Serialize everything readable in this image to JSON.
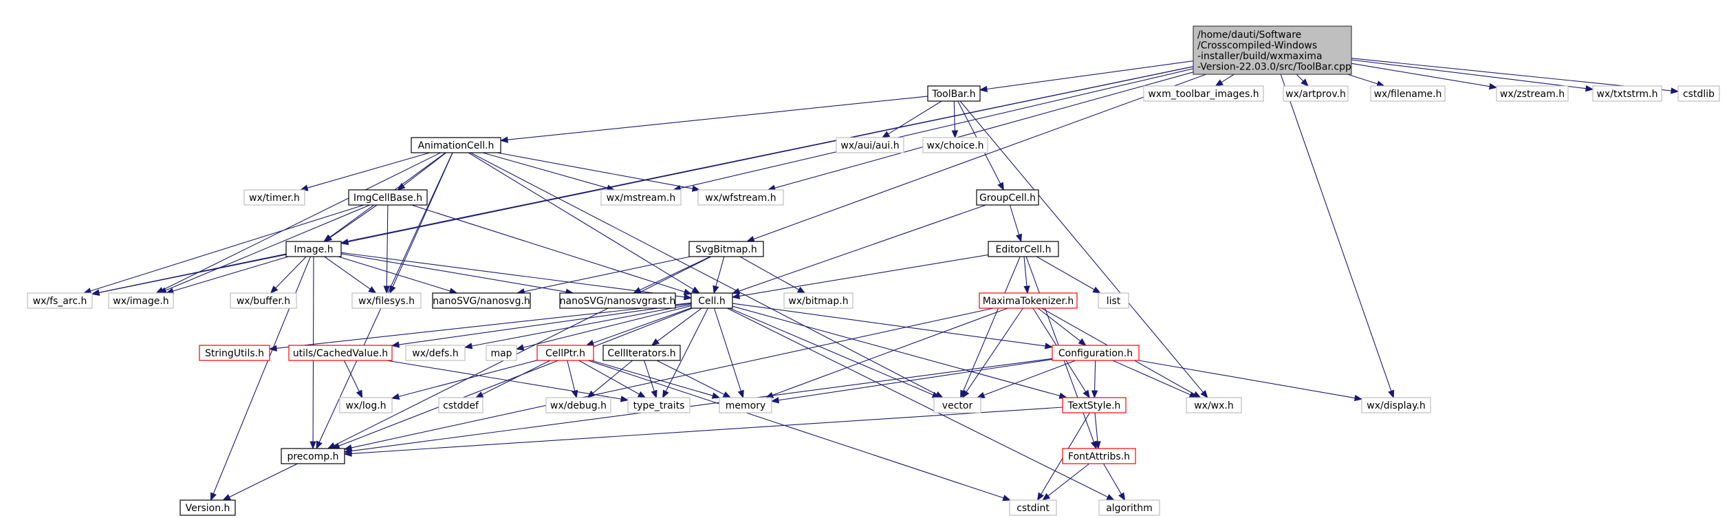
{
  "colors": {
    "edge": "#191970",
    "root_fill": "#bfbfbf",
    "root_stroke": "#404040",
    "documented_stroke": "#000000",
    "truncated_stroke": "#ff0000",
    "external_stroke": "#bfbfbf",
    "external_text": "#404040"
  },
  "nodes": [
    {
      "id": "toolbar_cpp",
      "kind": "root",
      "lines": [
        "/home/dauti/Software",
        "/Crosscompiled-Windows",
        "-installer/build/wxmaxima",
        "-Version-22.03.0/src/ToolBar.cpp"
      ]
    },
    {
      "id": "toolbar_h",
      "kind": "documented",
      "lines": [
        "ToolBar.h"
      ]
    },
    {
      "id": "wxm_toolbar_images_h",
      "kind": "external",
      "lines": [
        "wxm_toolbar_images.h"
      ]
    },
    {
      "id": "wx_artprov_h",
      "kind": "external",
      "lines": [
        "wx/artprov.h"
      ]
    },
    {
      "id": "wx_filename_h",
      "kind": "external",
      "lines": [
        "wx/filename.h"
      ]
    },
    {
      "id": "wx_zstream_h",
      "kind": "external",
      "lines": [
        "wx/zstream.h"
      ]
    },
    {
      "id": "wx_txtstrm_h",
      "kind": "external",
      "lines": [
        "wx/txtstrm.h"
      ]
    },
    {
      "id": "cstdlib",
      "kind": "external",
      "lines": [
        "cstdlib"
      ]
    },
    {
      "id": "animationcell_h",
      "kind": "documented",
      "lines": [
        "AnimationCell.h"
      ]
    },
    {
      "id": "wx_aui_aui_h",
      "kind": "external",
      "lines": [
        "wx/aui/aui.h"
      ]
    },
    {
      "id": "wx_choice_h",
      "kind": "external",
      "lines": [
        "wx/choice.h"
      ]
    },
    {
      "id": "wx_timer_h",
      "kind": "external",
      "lines": [
        "wx/timer.h"
      ]
    },
    {
      "id": "imgcellbase_h",
      "kind": "documented",
      "lines": [
        "ImgCellBase.h"
      ]
    },
    {
      "id": "wx_mstream_h",
      "kind": "external",
      "lines": [
        "wx/mstream.h"
      ]
    },
    {
      "id": "wx_wfstream_h",
      "kind": "external",
      "lines": [
        "wx/wfstream.h"
      ]
    },
    {
      "id": "groupcell_h",
      "kind": "documented",
      "lines": [
        "GroupCell.h"
      ]
    },
    {
      "id": "svgbitmap_h",
      "kind": "documented",
      "lines": [
        "SvgBitmap.h"
      ]
    },
    {
      "id": "editorcell_h",
      "kind": "documented",
      "lines": [
        "EditorCell.h"
      ]
    },
    {
      "id": "image_h",
      "kind": "documented",
      "lines": [
        "Image.h"
      ]
    },
    {
      "id": "wx_fs_arc_h",
      "kind": "external",
      "lines": [
        "wx/fs_arc.h"
      ]
    },
    {
      "id": "wx_image_h",
      "kind": "external",
      "lines": [
        "wx/image.h"
      ]
    },
    {
      "id": "wx_buffer_h",
      "kind": "external",
      "lines": [
        "wx/buffer.h"
      ]
    },
    {
      "id": "wx_filesys_h",
      "kind": "external",
      "lines": [
        "wx/filesys.h"
      ]
    },
    {
      "id": "nanosvg_h",
      "kind": "documented",
      "lines": [
        "nanoSVG/nanosvg.h"
      ]
    },
    {
      "id": "nanosvgrast_h",
      "kind": "documented",
      "lines": [
        "nanoSVG/nanosvgrast.h"
      ]
    },
    {
      "id": "cell_h",
      "kind": "documented",
      "lines": [
        "Cell.h"
      ]
    },
    {
      "id": "wx_bitmap_h",
      "kind": "external",
      "lines": [
        "wx/bitmap.h"
      ]
    },
    {
      "id": "maximatokenizer_h",
      "kind": "truncated",
      "lines": [
        "MaximaTokenizer.h"
      ]
    },
    {
      "id": "list",
      "kind": "external",
      "lines": [
        "list"
      ]
    },
    {
      "id": "stringutils_h",
      "kind": "truncated",
      "lines": [
        "StringUtils.h"
      ]
    },
    {
      "id": "cachedvalue_h",
      "kind": "truncated",
      "lines": [
        "utils/CachedValue.h"
      ]
    },
    {
      "id": "wx_defs_h",
      "kind": "external",
      "lines": [
        "wx/defs.h"
      ]
    },
    {
      "id": "map",
      "kind": "external",
      "lines": [
        "map"
      ]
    },
    {
      "id": "cellptr_h",
      "kind": "truncated",
      "lines": [
        "CellPtr.h"
      ]
    },
    {
      "id": "celliterators_h",
      "kind": "documented",
      "lines": [
        "CellIterators.h"
      ]
    },
    {
      "id": "configuration_h",
      "kind": "truncated",
      "lines": [
        "Configuration.h"
      ]
    },
    {
      "id": "wx_log_h",
      "kind": "external",
      "lines": [
        "wx/log.h"
      ]
    },
    {
      "id": "cstddef",
      "kind": "external",
      "lines": [
        "cstddef"
      ]
    },
    {
      "id": "wx_debug_h",
      "kind": "external",
      "lines": [
        "wx/debug.h"
      ]
    },
    {
      "id": "type_traits",
      "kind": "external",
      "lines": [
        "type_traits"
      ]
    },
    {
      "id": "memory",
      "kind": "external",
      "lines": [
        "memory"
      ]
    },
    {
      "id": "vector",
      "kind": "external",
      "lines": [
        "vector"
      ]
    },
    {
      "id": "wx_wx_h",
      "kind": "external",
      "lines": [
        "wx/wx.h"
      ]
    },
    {
      "id": "wx_display_h",
      "kind": "external",
      "lines": [
        "wx/display.h"
      ]
    },
    {
      "id": "textstyle_h",
      "kind": "truncated",
      "lines": [
        "TextStyle.h"
      ]
    },
    {
      "id": "precomp_h",
      "kind": "documented",
      "lines": [
        "precomp.h"
      ]
    },
    {
      "id": "fontattribs_h",
      "kind": "truncated",
      "lines": [
        "FontAttribs.h"
      ]
    },
    {
      "id": "version_h",
      "kind": "documented",
      "lines": [
        "Version.h"
      ]
    },
    {
      "id": "cstdint",
      "kind": "external",
      "lines": [
        "cstdint"
      ]
    },
    {
      "id": "algorithm",
      "kind": "external",
      "lines": [
        "algorithm"
      ]
    }
  ],
  "edges": [
    [
      "toolbar_cpp",
      "toolbar_h"
    ],
    [
      "toolbar_cpp",
      "wxm_toolbar_images_h"
    ],
    [
      "toolbar_cpp",
      "wx_artprov_h"
    ],
    [
      "toolbar_cpp",
      "wx_filename_h"
    ],
    [
      "toolbar_cpp",
      "wx_zstream_h"
    ],
    [
      "toolbar_cpp",
      "wx_txtstrm_h"
    ],
    [
      "toolbar_cpp",
      "cstdlib"
    ],
    [
      "toolbar_cpp",
      "image_h"
    ],
    [
      "toolbar_cpp",
      "svgbitmap_h"
    ],
    [
      "toolbar_cpp",
      "wx_mstream_h"
    ],
    [
      "toolbar_cpp",
      "wx_wfstream_h"
    ],
    [
      "toolbar_cpp",
      "wx_fs_arc_h"
    ],
    [
      "toolbar_cpp",
      "wx_display_h"
    ],
    [
      "toolbar_h",
      "animationcell_h"
    ],
    [
      "toolbar_h",
      "wx_aui_aui_h"
    ],
    [
      "toolbar_h",
      "wx_choice_h"
    ],
    [
      "toolbar_h",
      "groupcell_h"
    ],
    [
      "toolbar_h",
      "wx_wx_h"
    ],
    [
      "animationcell_h",
      "wx_timer_h"
    ],
    [
      "animationcell_h",
      "imgcellbase_h"
    ],
    [
      "animationcell_h",
      "wx_mstream_h"
    ],
    [
      "animationcell_h",
      "wx_wfstream_h"
    ],
    [
      "animationcell_h",
      "image_h"
    ],
    [
      "animationcell_h",
      "wx_image_h"
    ],
    [
      "animationcell_h",
      "wx_filesys_h"
    ],
    [
      "animationcell_h",
      "cell_h"
    ],
    [
      "animationcell_h",
      "vector"
    ],
    [
      "animationcell_h",
      "precomp_h"
    ],
    [
      "imgcellbase_h",
      "image_h"
    ],
    [
      "imgcellbase_h",
      "cell_h"
    ],
    [
      "imgcellbase_h",
      "wx_fs_arc_h"
    ],
    [
      "imgcellbase_h",
      "wx_image_h"
    ],
    [
      "imgcellbase_h",
      "wx_filesys_h"
    ],
    [
      "groupcell_h",
      "editorcell_h"
    ],
    [
      "groupcell_h",
      "cell_h"
    ],
    [
      "editorcell_h",
      "cell_h"
    ],
    [
      "editorcell_h",
      "maximatokenizer_h"
    ],
    [
      "editorcell_h",
      "list"
    ],
    [
      "editorcell_h",
      "vector"
    ],
    [
      "editorcell_h",
      "fontattribs_h"
    ],
    [
      "svgbitmap_h",
      "nanosvg_h"
    ],
    [
      "svgbitmap_h",
      "nanosvgrast_h"
    ],
    [
      "svgbitmap_h",
      "cell_h"
    ],
    [
      "svgbitmap_h",
      "wx_bitmap_h"
    ],
    [
      "svgbitmap_h",
      "precomp_h"
    ],
    [
      "image_h",
      "wx_fs_arc_h"
    ],
    [
      "image_h",
      "wx_image_h"
    ],
    [
      "image_h",
      "wx_buffer_h"
    ],
    [
      "image_h",
      "wx_filesys_h"
    ],
    [
      "image_h",
      "nanosvg_h"
    ],
    [
      "image_h",
      "nanosvgrast_h"
    ],
    [
      "image_h",
      "cell_h"
    ],
    [
      "image_h",
      "precomp_h"
    ],
    [
      "image_h",
      "version_h"
    ],
    [
      "cell_h",
      "stringutils_h"
    ],
    [
      "cell_h",
      "cachedvalue_h"
    ],
    [
      "cell_h",
      "wx_defs_h"
    ],
    [
      "cell_h",
      "map"
    ],
    [
      "cell_h",
      "cellptr_h"
    ],
    [
      "cell_h",
      "celliterators_h"
    ],
    [
      "cell_h",
      "type_traits"
    ],
    [
      "cell_h",
      "memory"
    ],
    [
      "cell_h",
      "vector"
    ],
    [
      "cell_h",
      "configuration_h"
    ],
    [
      "cell_h",
      "textstyle_h"
    ],
    [
      "cell_h",
      "precomp_h"
    ],
    [
      "cell_h",
      "algorithm"
    ],
    [
      "cachedvalue_h",
      "wx_log_h"
    ],
    [
      "cachedvalue_h",
      "type_traits"
    ],
    [
      "cellptr_h",
      "wx_log_h"
    ],
    [
      "cellptr_h",
      "cstddef"
    ],
    [
      "cellptr_h",
      "wx_debug_h"
    ],
    [
      "cellptr_h",
      "type_traits"
    ],
    [
      "cellptr_h",
      "memory"
    ],
    [
      "cellptr_h",
      "cstdint"
    ],
    [
      "celliterators_h",
      "wx_debug_h"
    ],
    [
      "celliterators_h",
      "type_traits"
    ],
    [
      "celliterators_h",
      "memory"
    ],
    [
      "maximatokenizer_h",
      "configuration_h"
    ],
    [
      "maximatokenizer_h",
      "memory"
    ],
    [
      "maximatokenizer_h",
      "vector"
    ],
    [
      "maximatokenizer_h",
      "wx_wx_h"
    ],
    [
      "maximatokenizer_h",
      "textstyle_h"
    ],
    [
      "maximatokenizer_h",
      "precomp_h"
    ],
    [
      "configuration_h",
      "memory"
    ],
    [
      "configuration_h",
      "vector"
    ],
    [
      "configuration_h",
      "wx_wx_h"
    ],
    [
      "configuration_h",
      "wx_display_h"
    ],
    [
      "configuration_h",
      "textstyle_h"
    ],
    [
      "configuration_h",
      "precomp_h"
    ],
    [
      "textstyle_h",
      "fontattribs_h"
    ],
    [
      "textstyle_h",
      "cstdint"
    ],
    [
      "textstyle_h",
      "precomp_h"
    ],
    [
      "fontattribs_h",
      "cstdint"
    ],
    [
      "fontattribs_h",
      "algorithm"
    ],
    [
      "precomp_h",
      "version_h"
    ]
  ]
}
